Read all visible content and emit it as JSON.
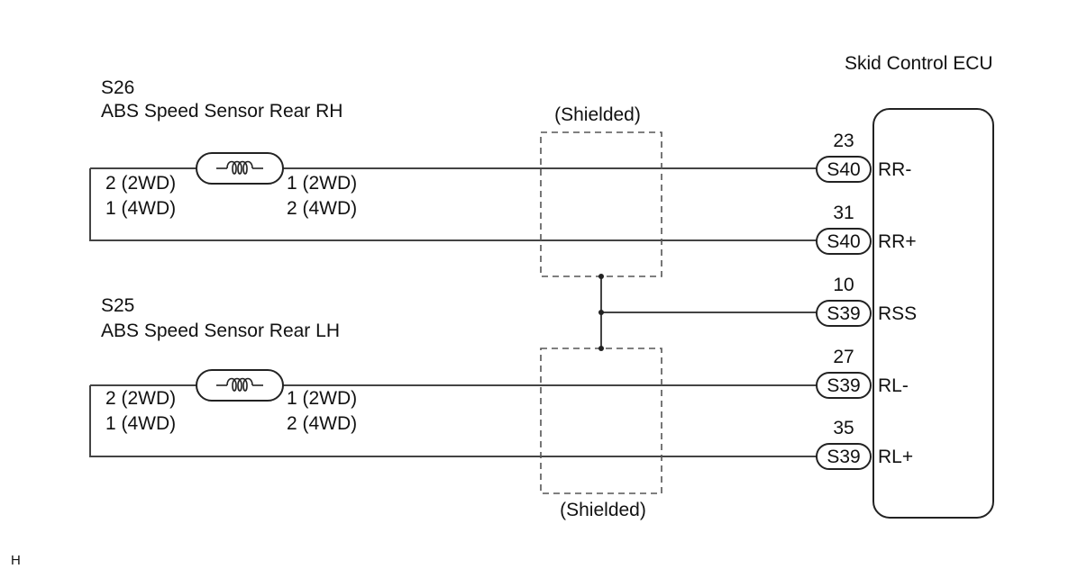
{
  "ecu": {
    "title": "Skid Control ECU",
    "pins": [
      {
        "number": "23",
        "connector": "S40",
        "signal": "RR-"
      },
      {
        "number": "31",
        "connector": "S40",
        "signal": "RR+"
      },
      {
        "number": "10",
        "connector": "S39",
        "signal": "RSS"
      },
      {
        "number": "27",
        "connector": "S39",
        "signal": "RL-"
      },
      {
        "number": "35",
        "connector": "S39",
        "signal": "RL+"
      }
    ]
  },
  "sensors": [
    {
      "code": "S26",
      "name": "ABS Speed Sensor Rear RH",
      "left_pins": [
        "2 (2WD)",
        "1 (4WD)"
      ],
      "right_pins": [
        "1 (2WD)",
        "2 (4WD)"
      ]
    },
    {
      "code": "S25",
      "name": "ABS Speed Sensor Rear LH",
      "left_pins": [
        "2 (2WD)",
        "1 (4WD)"
      ],
      "right_pins": [
        "1 (2WD)",
        "2 (4WD)"
      ]
    }
  ],
  "shield_labels": [
    "(Shielded)",
    "(Shielded)"
  ],
  "corner_mark": "H"
}
